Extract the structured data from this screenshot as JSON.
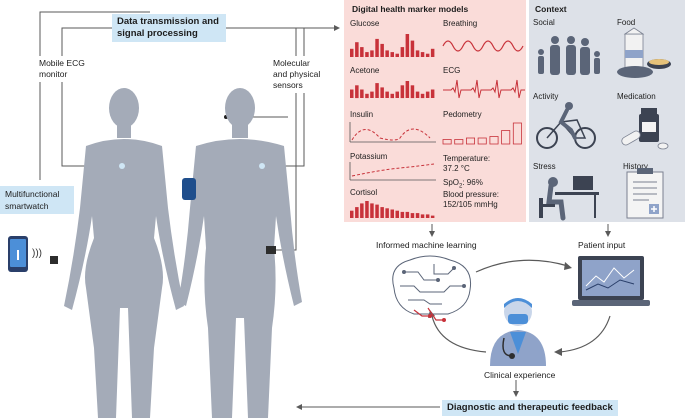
{
  "labels": {
    "data_transmission": [
      "Data transmission and",
      "signal processing"
    ],
    "mobile_ecg": [
      "Mobile ECG",
      "monitor"
    ],
    "molecular_sensors": [
      "Molecular",
      "and physical",
      "sensors"
    ],
    "smartwatch": [
      "Multifunctional",
      "smartwatch"
    ],
    "feedback": "Diagnostic and therapeutic feedback"
  },
  "markers": {
    "title": "Digital health marker models",
    "glucose": "Glucose",
    "breathing": "Breathing",
    "acetone": "Acetone",
    "ecg": "ECG",
    "insulin": "Insulin",
    "pedometry": "Pedometry",
    "potassium": "Potassium",
    "cortisol": "Cortisol",
    "temperature": [
      "Temperature:",
      "37.2 °C"
    ],
    "spo2_label": "SpO",
    "spo2_sub": "2",
    "spo2_value": ": 96%",
    "blood_pressure": [
      "Blood pressure:",
      "152/105 mmHg"
    ]
  },
  "context": {
    "title": "Context",
    "social": "Social",
    "food": "Food",
    "activity": "Activity",
    "medication": "Medication",
    "stress": "Stress",
    "history": "History"
  },
  "flow": {
    "machine_learning": "Informed machine learning",
    "patient_input": "Patient input",
    "clinical_experience": "Clinical experience"
  },
  "colors": {
    "accent_red": "#c8323a",
    "label_blue": "#cfe6f5",
    "body_gray": "#a4abb8",
    "pink_panel": "#fadcd9",
    "gray_panel": "#dde1e8"
  },
  "chart_data": [
    {
      "name": "glucose-bars",
      "type": "bar",
      "values": [
        5,
        9,
        6,
        3,
        4,
        11,
        8,
        4,
        3,
        2,
        6,
        14,
        10,
        4,
        3,
        2,
        5
      ]
    },
    {
      "name": "acetone-bars",
      "type": "bar",
      "values": [
        4,
        6,
        4,
        2,
        3,
        7,
        5,
        3,
        2,
        3,
        6,
        8,
        6,
        3,
        2,
        3,
        4
      ]
    },
    {
      "name": "cortisol-bars",
      "type": "bar",
      "values": [
        6,
        9,
        12,
        14,
        12,
        11,
        9,
        8,
        7,
        6,
        5,
        5,
        4,
        4,
        3,
        3,
        2
      ]
    },
    {
      "name": "pedometry-bars",
      "type": "bar",
      "values": [
        3,
        3,
        4,
        4,
        5,
        9,
        14
      ]
    }
  ]
}
